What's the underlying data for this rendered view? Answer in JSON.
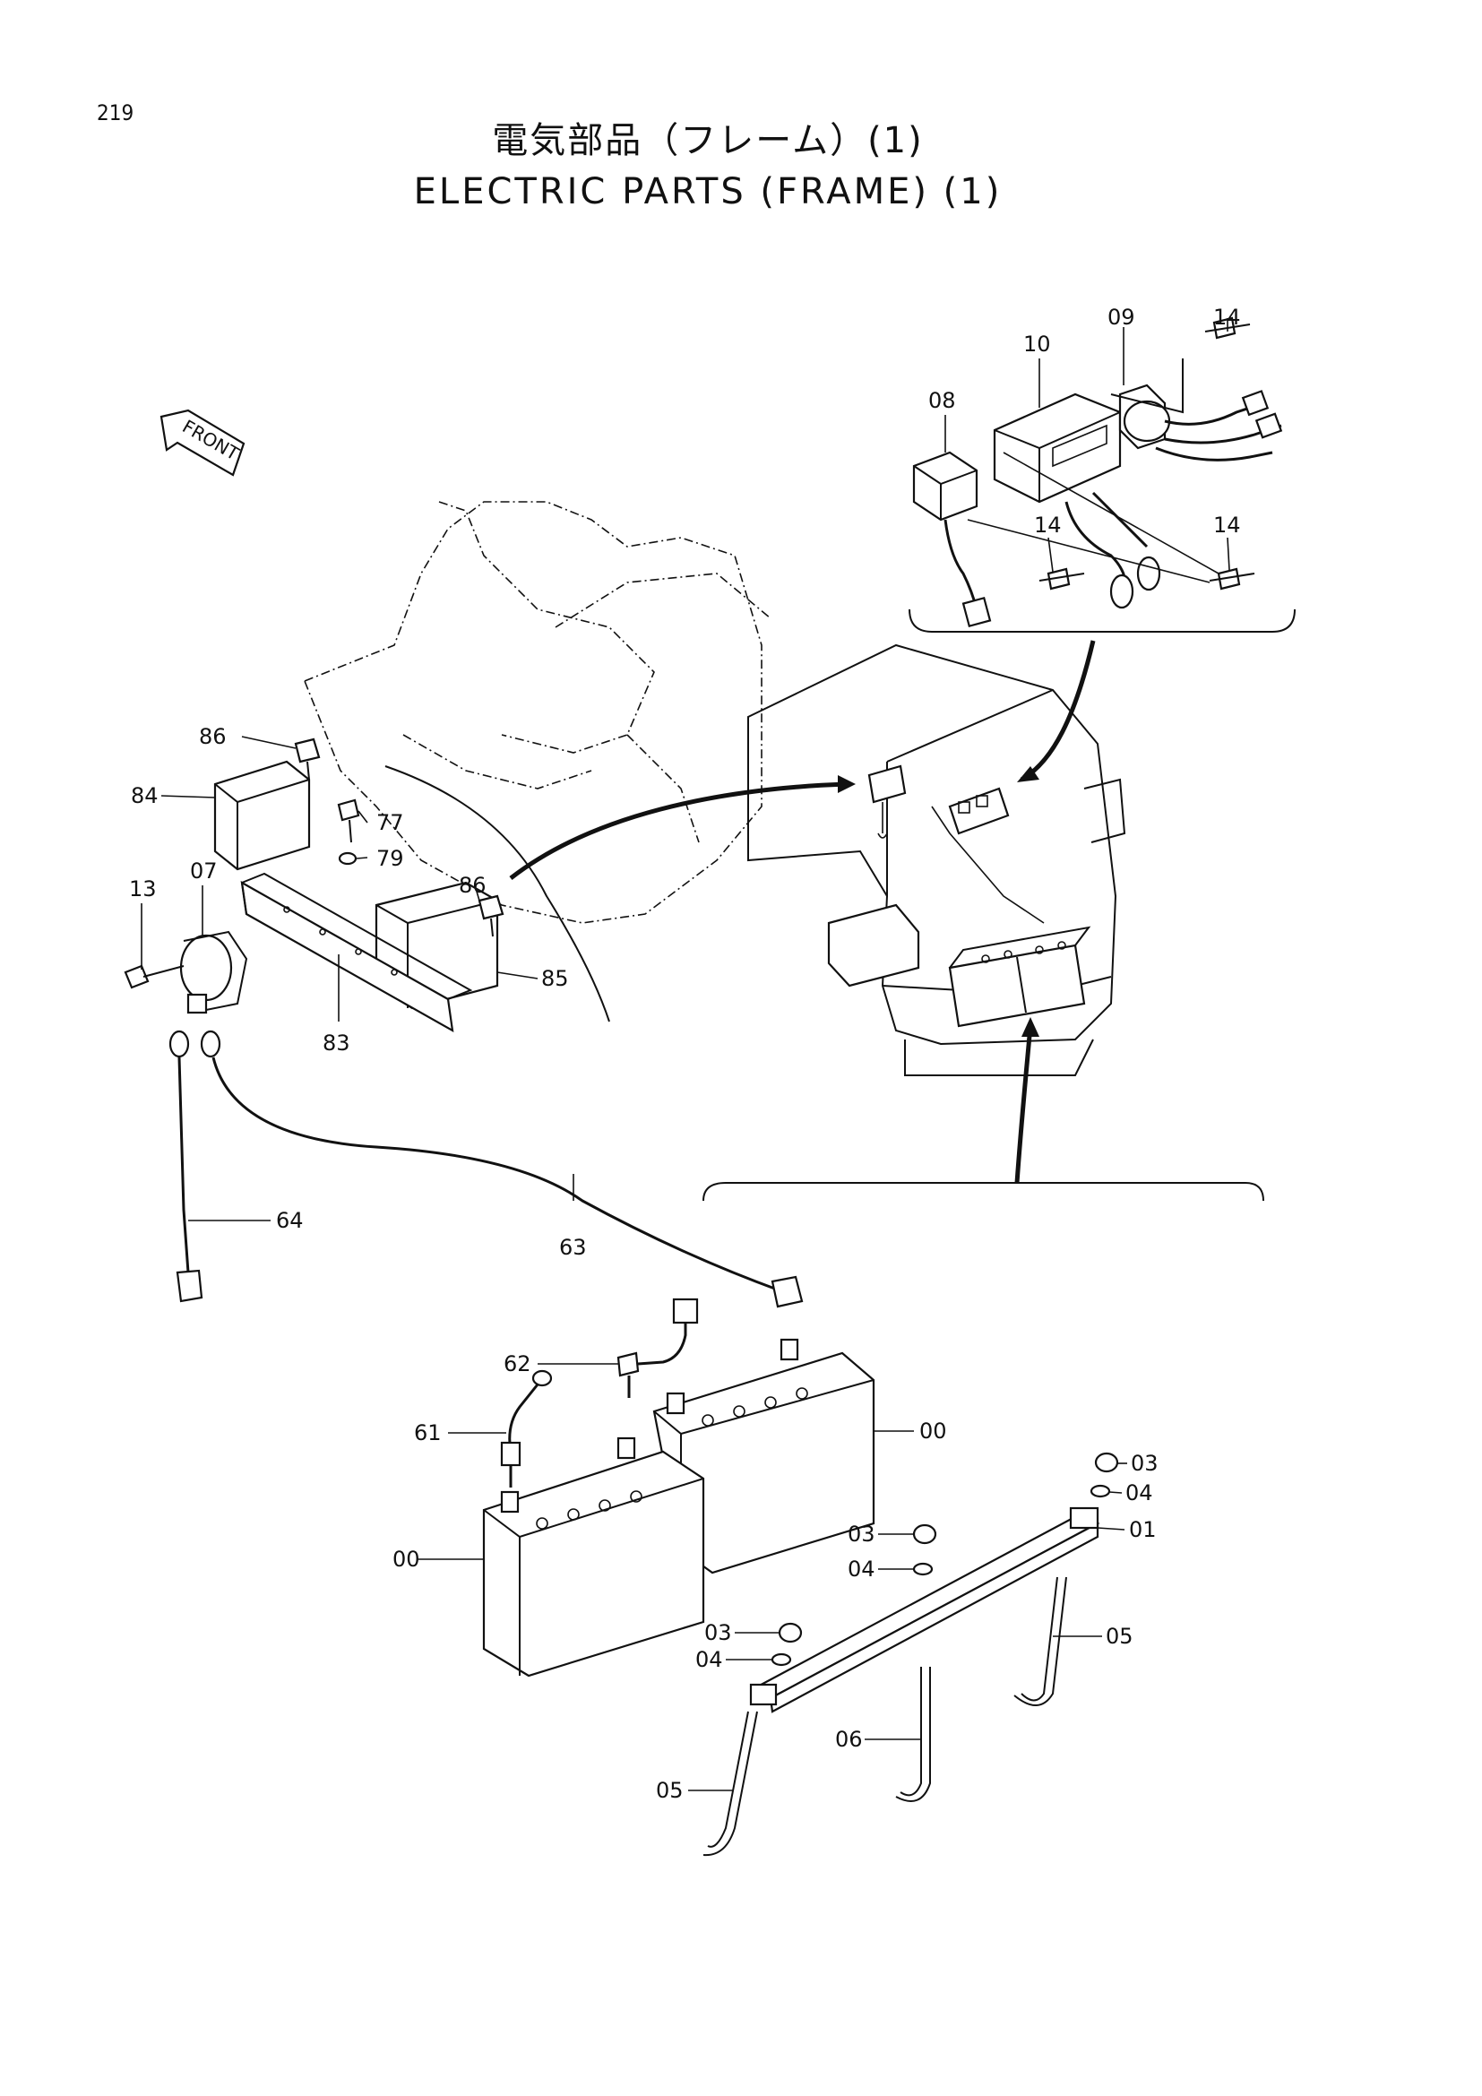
{
  "page_number": "219",
  "title": {
    "jp": "電気部品（フレーム）(1)",
    "en": "ELECTRIC PARTS (FRAME) (1)"
  },
  "front_label": "FRONT",
  "callouts": {
    "c09": "09",
    "c14a": "14",
    "c10": "10",
    "c08": "08",
    "c14b": "14",
    "c14c": "14",
    "c86a": "86",
    "c84": "84",
    "c77": "77",
    "c79": "79",
    "c13": "13",
    "c07": "07",
    "c86b": "86",
    "c85": "85",
    "c83": "83",
    "c64": "64",
    "c63": "63",
    "c62": "62",
    "c61": "61",
    "c00a": "00",
    "c00b": "00",
    "c03a": "03",
    "c04a": "04",
    "c01": "01",
    "c03b": "03",
    "c04b": "04",
    "c03c": "03",
    "c04c": "04",
    "c05a": "05",
    "c06": "06",
    "c05b": "05"
  }
}
